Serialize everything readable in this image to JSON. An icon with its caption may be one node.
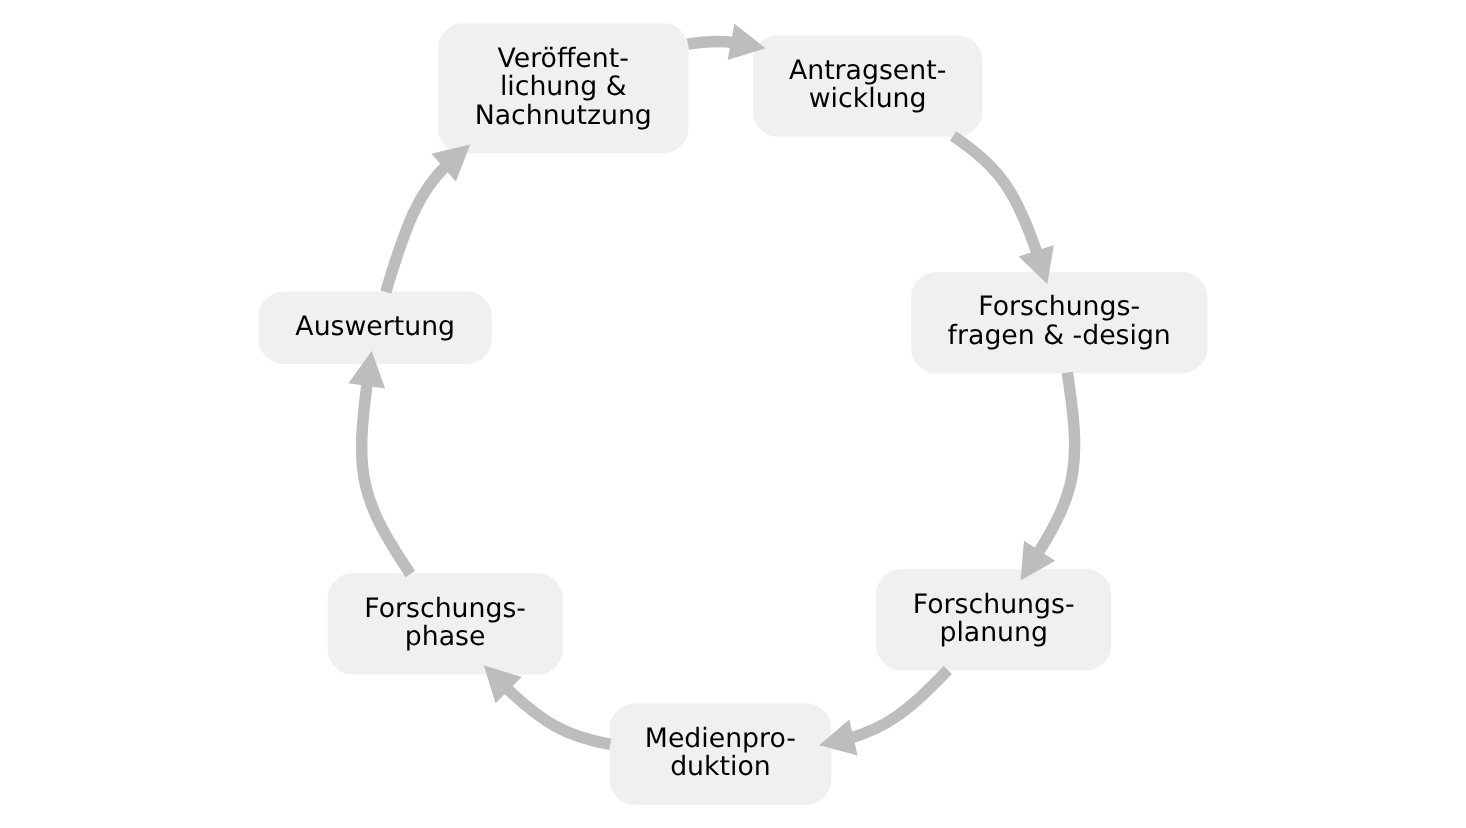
{
  "diagram": {
    "nodes": [
      {
        "text": [
          "Antragsent- wicklung"
        ]
      },
      {
        "text": [
          "Forschungs- fragen & -design"
        ]
      },
      {
        "text": [
          "Forschungs- planung"
        ]
      },
      {
        "text": [
          "Medienpro- duktion"
        ]
      },
      {
        "text": [
          "Forschungs- phase"
        ]
      },
      {
        "text": [
          "Auswertung"
        ]
      },
      {
        "text": [
          "Veröffent- lichung & Nachnutzung"
        ]
      }
    ],
    "edges": [
      {
        "from": 0,
        "to": 1,
        "arrow": "to"
      },
      {
        "from": 1,
        "to": 2,
        "arrow": "to"
      },
      {
        "from": 2,
        "to": 3,
        "arrow": "to"
      },
      {
        "from": 3,
        "to": 4,
        "arrow": "to"
      },
      {
        "from": 4,
        "to": 5,
        "arrow": "to"
      },
      {
        "from": 5,
        "to": 6,
        "arrow": "to"
      },
      {
        "from": 6,
        "to": 0,
        "arrow": "to"
      }
    ]
  }
}
